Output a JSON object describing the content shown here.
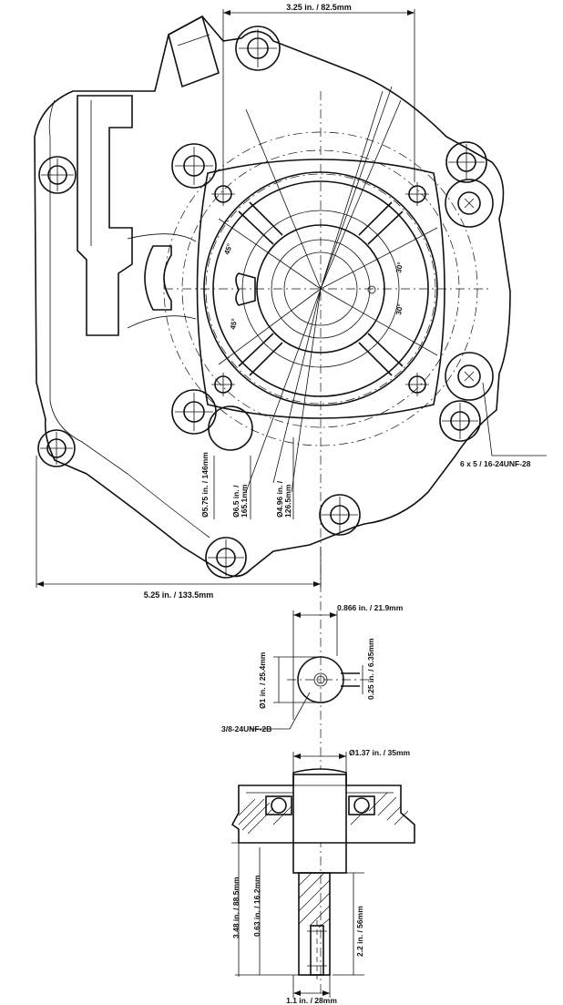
{
  "dimensions": {
    "top_width": "3.25 in. / 82.5mm",
    "bottom_width": "5.25 in. / 133.5mm",
    "dia_575": "Ø5.75 in. / 146mm",
    "dia_65": "Ø6.5 in. /",
    "dia_65_mm": "165.1mm",
    "dia_496": "Ø4.96 in. /",
    "dia_496_mm": "126.5mm",
    "bolt_pattern": "6 x 5 / 16-24UNF-28",
    "angle_45a": "45°",
    "angle_45b": "45°",
    "angle_30a": "30°",
    "angle_30b": "30°",
    "key_offset": "0.866 in. / 21.9mm",
    "shaft_dia": "Ø1 in. / 25.4mm",
    "key_width": "0.25 in. / 6.35mm",
    "thread": "3/8-24UNF-2B",
    "boss_dia": "Ø1.37 in. / 35mm",
    "shaft_length": "3.48 in. / 88.5mm",
    "flange_offset": "0.63 in. / 16.2mm",
    "key_length": "2.2 in. / 56mm",
    "base_width": "1.1 in. / 28mm"
  }
}
